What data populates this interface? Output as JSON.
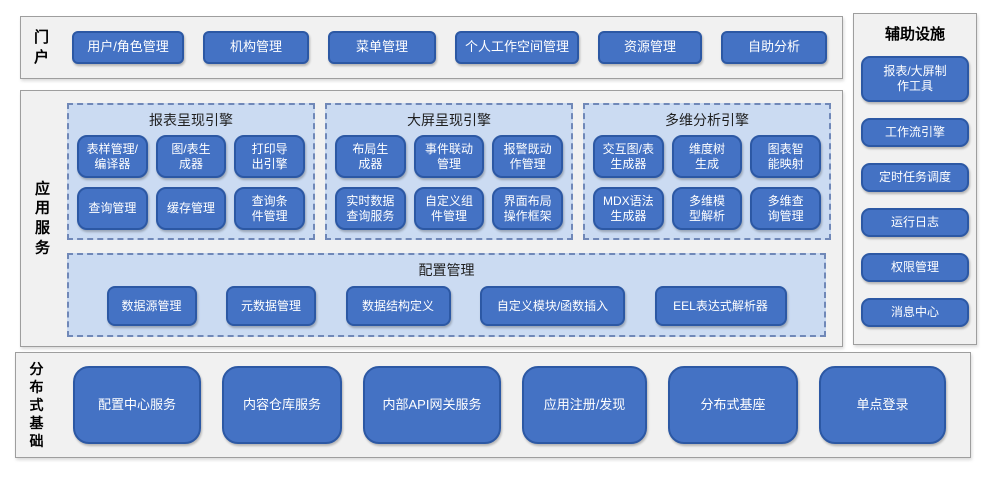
{
  "colors": {
    "button_fill": "#4472c4",
    "button_border": "#2c58a4",
    "button_text": "#ffffff",
    "panel_fill": "#f1f1f1",
    "panel_border": "#9e9e9e",
    "group_fill": "#cbdbf2",
    "group_dashed_border": "#7088b8",
    "label_text": "#000000"
  },
  "portal": {
    "label": "门户",
    "buttons": [
      "用户/角色管理",
      "机构管理",
      "菜单管理",
      "个人工作空间管理",
      "资源管理",
      "自助分析"
    ]
  },
  "app_services": {
    "label": "应用服务",
    "engines": [
      {
        "title": "报表呈现引擎",
        "buttons": [
          "表样管理/\n编译器",
          "图/表生\n成器",
          "打印导\n出引擎",
          "查询管理",
          "缓存管理",
          "查询条\n件管理"
        ]
      },
      {
        "title": "大屏呈现引擎",
        "buttons": [
          "布局生\n成器",
          "事件联动\n管理",
          "报警既动\n作管理",
          "实时数据\n查询服务",
          "自定义组\n件管理",
          "界面布局\n操作框架"
        ]
      },
      {
        "title": "多维分析引擎",
        "buttons": [
          "交互图/表\n生成器",
          "维度树\n生成",
          "图表智\n能映射",
          "MDX语法\n生成器",
          "多维模\n型解析",
          "多维查\n询管理"
        ]
      }
    ],
    "config": {
      "title": "配置管理",
      "buttons": [
        "数据源管理",
        "元数据管理",
        "数据结构定义",
        "自定义模块/函数插入",
        "EEL表达式解析器"
      ]
    }
  },
  "auxiliary": {
    "title": "辅助设施",
    "buttons": [
      "报表/大屏制\n作工具",
      "工作流引擎",
      "定时任务调度",
      "运行日志",
      "权限管理",
      "消息中心"
    ]
  },
  "distributed": {
    "label": "分布式基础",
    "buttons": [
      "配置中心服务",
      "内容仓库服务",
      "内部API网关服务",
      "应用注册/发现",
      "分布式基座",
      "单点登录"
    ]
  }
}
